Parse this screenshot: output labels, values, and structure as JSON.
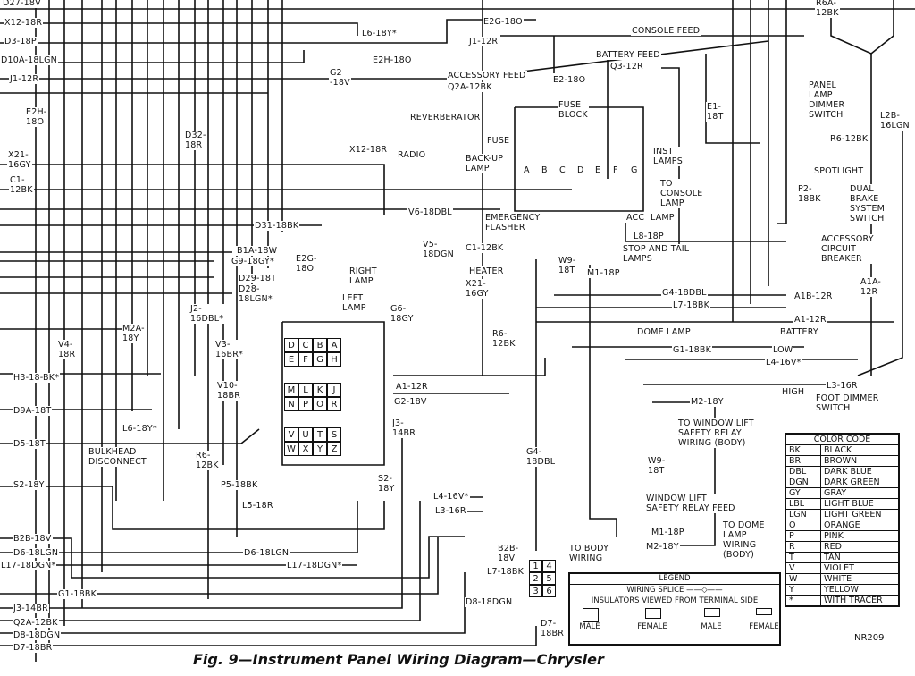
{
  "title": "Fig. 9—Instrument Panel Wiring Diagram—Chrysler",
  "figure_code": "NR209",
  "labels": [
    "D27-18V",
    "X12-18R",
    "D3-18P",
    "D10A-18LGN",
    "J1-12R",
    "E2H-\n18O",
    "X21-\n16GY",
    "C1-\n12BK",
    "D32-\n18R",
    "G2\n-18V",
    "L6-18Y*",
    "E2H-18O",
    "X12-18R",
    "RADIO",
    "D31-18BK",
    "V6-18DBL",
    "V5-\n18DGN",
    "B1A-18W",
    "G9-18GY*",
    "E2G-\n18O",
    "D29-18T",
    "D28-\n18LGN*",
    "RIGHT\nLAMP",
    "LEFT\nLAMP",
    "G6-\n18GY",
    "J2-\n16DBL*",
    "M2A-\n18Y",
    "V4-\n18R",
    "V3-\n16BR*",
    "V10-\n18BR",
    "H3-18-BK*",
    "D9A-18T",
    "L6-18Y*",
    "D5-18T",
    "BULKHEAD\nDISCONNECT",
    "R6-\n12BK",
    "S2-18Y",
    "P5-18BK",
    "L5-18R",
    "S2-\n18Y",
    "J3-\n14BR",
    "A1-12R",
    "G2-18V",
    "B2B-18V",
    "D6-18LGN",
    "L17-18DGN*",
    "D6-18LGN",
    "L17-18DGN*",
    "G1-18BK",
    "J3-14BR",
    "Q2A-12BK",
    "D8-18DGN",
    "D7-18BR",
    "E2G-18O",
    "J1-12R",
    "CONSOLE FEED",
    "BATTERY FEED",
    "Q3-12R",
    "ACCESSORY FEED",
    "Q2A-12BK",
    "E2-18O",
    "FUSE\nBLOCK",
    "REVERBERATOR",
    "FUSE",
    "BACK-UP\nLAMP",
    "INST\nLAMPS",
    "TO\nCONSOLE\nLAMP",
    "ACC",
    "EMERGENCY\nFLASHER",
    "C1-12BK",
    "HEATER",
    "X21-\n16GY",
    "W9-\n18T",
    "M1-18P",
    "L8-18P",
    "STOP AND TAIL\nLAMPS",
    "G4-18DBL",
    "L7-18BK",
    "A1-12R",
    "DOME LAMP",
    "BATTERY",
    "R6A-\n12BK",
    "E1-\n18T",
    "PANEL\nLAMP\nDIMMER\nSWITCH",
    "L2B-\n16LGN",
    "R6-12BK",
    "SPOTLIGHT",
    "P2-\n18BK",
    "DUAL\nBRAKE\nSYSTEM\nSWITCH",
    "ACCESSORY\nCIRCUIT\nBREAKER",
    "A1A-\n12R",
    "A1B-12R",
    "G1-18BK",
    "LOW",
    "L4-16V*",
    "HIGH",
    "L3-16R",
    "FOOT DIMMER\nSWITCH",
    "M2-18Y",
    "TO WINDOW LIFT\nSAFETY RELAY\nWIRING (BODY)",
    "G4-\n18DBL",
    "W9-\n18T",
    "WINDOW LIFT\nSAFETY RELAY FEED",
    "L4-16V*",
    "L3-16R",
    "M1-18P",
    "M2-18Y",
    "TO DOME\nLAMP\nWIRING\n(BODY)",
    "B2B-\n18V",
    "L7-18BK",
    "TO BODY\nWIRING",
    "D8-18DGN",
    "D7-\n18BR",
    "R6-\n12BK",
    "LAMP"
  ],
  "bulkhead_pins": [
    "D",
    "C",
    "B",
    "A",
    "E",
    "F",
    "G",
    "H",
    "M",
    "L",
    "K",
    "J",
    "N",
    "P",
    "O",
    "R",
    "V",
    "U",
    "T",
    "S",
    "W",
    "X",
    "Y",
    "Z"
  ],
  "fuse_slots": [
    "A",
    "B",
    "C",
    "D",
    "E",
    "F",
    "G"
  ],
  "body_connector_pins": [
    "1",
    "4",
    "2",
    "5",
    "3",
    "6"
  ],
  "legend": {
    "heading": "LEGEND",
    "splice": "WIRING SPLICE",
    "insulators": "INSULATORS VIEWED FROM TERMINAL SIDE",
    "types": [
      "MALE",
      "FEMALE",
      "MALE",
      "FEMALE"
    ]
  },
  "color_code": {
    "heading": "COLOR CODE",
    "rows": [
      [
        "BK",
        "BLACK"
      ],
      [
        "BR",
        "BROWN"
      ],
      [
        "DBL",
        "DARK BLUE"
      ],
      [
        "DGN",
        "DARK GREEN"
      ],
      [
        "GY",
        "GRAY"
      ],
      [
        "LBL",
        "LIGHT BLUE"
      ],
      [
        "LGN",
        "LIGHT GREEN"
      ],
      [
        "O",
        "ORANGE"
      ],
      [
        "P",
        "PINK"
      ],
      [
        "R",
        "RED"
      ],
      [
        "T",
        "TAN"
      ],
      [
        "V",
        "VIOLET"
      ],
      [
        "W",
        "WHITE"
      ],
      [
        "Y",
        "YELLOW"
      ],
      [
        "*",
        "WITH TRACER"
      ]
    ]
  }
}
